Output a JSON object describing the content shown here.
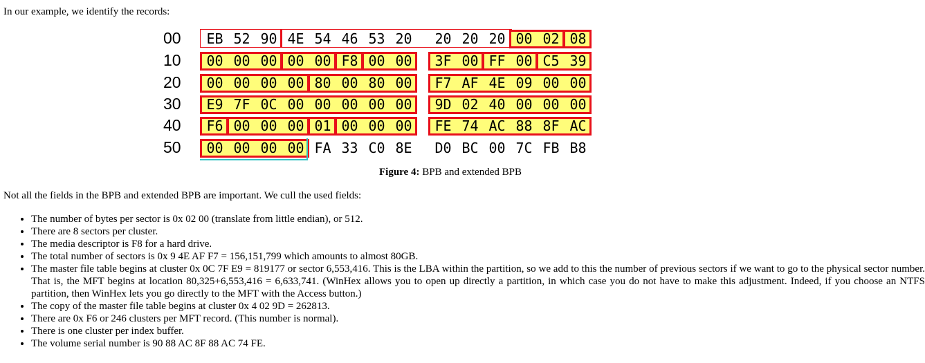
{
  "intro": "In our example, we identify the records:",
  "figure": {
    "rows": [
      {
        "offset": "00",
        "bytes": [
          "EB",
          "52",
          "90",
          "4E",
          "54",
          "46",
          "53",
          "20",
          "20",
          "20",
          "20",
          "00",
          "02",
          "08"
        ]
      },
      {
        "offset": "10",
        "bytes": [
          "00",
          "00",
          "00",
          "00",
          "00",
          "F8",
          "00",
          "00",
          "3F",
          "00",
          "FF",
          "00",
          "C5",
          "39"
        ]
      },
      {
        "offset": "20",
        "bytes": [
          "00",
          "00",
          "00",
          "00",
          "80",
          "00",
          "80",
          "00",
          "F7",
          "AF",
          "4E",
          "09",
          "00",
          "00"
        ]
      },
      {
        "offset": "30",
        "bytes": [
          "E9",
          "7F",
          "0C",
          "00",
          "00",
          "00",
          "00",
          "00",
          "9D",
          "02",
          "40",
          "00",
          "00",
          "00"
        ]
      },
      {
        "offset": "40",
        "bytes": [
          "F6",
          "00",
          "00",
          "00",
          "01",
          "00",
          "00",
          "00",
          "FE",
          "74",
          "AC",
          "88",
          "8F",
          "AC"
        ]
      },
      {
        "offset": "50",
        "bytes": [
          "00",
          "00",
          "00",
          "00",
          "FA",
          "33",
          "C0",
          "8E",
          "D0",
          "BC",
          "00",
          "7C",
          "FB",
          "B8"
        ]
      }
    ],
    "caption_label": "Figure 4:",
    "caption_text": "BPB and extended BPB",
    "highlight_color": "#fffd7a",
    "box_color": "#e8101a",
    "accent_color": "#33c4c4"
  },
  "paragraph": "Not all the fields in the BPB and extended BPB are important. We cull the used fields:",
  "fields": [
    "The number of bytes per sector is 0x 02 00 (translate from little endian), or 512.",
    "There are 8 sectors per cluster.",
    "The media descriptor is F8 for a hard drive.",
    "The total number of sectors is 0x 9 4E AF F7 = 156,151,799 which amounts to almost 80GB.",
    "The master file table begins at cluster 0x 0C 7F E9 = 819177 or sector 6,553,416. This is the LBA within the partition, so we add to this the number of previous sectors if we want to go to the physical sector number. That is, the MFT begins at location 80,325+6,553,416 = 6,633,741. (WinHex allows you to open up directly a partition, in which case you do not have to make this adjustment. Indeed, if you choose an NTFS partition, then WinHex lets you go directly to the MFT with the Access button.)",
    "The copy of the master file table begins at cluster 0x 4 02 9D = 262813.",
    "There are 0x F6 or 246 clusters per MFT record. (This number is normal).",
    "There is one cluster per index buffer.",
    "The volume serial number is 90 88 AC 8F 88 AC 74 FE."
  ]
}
